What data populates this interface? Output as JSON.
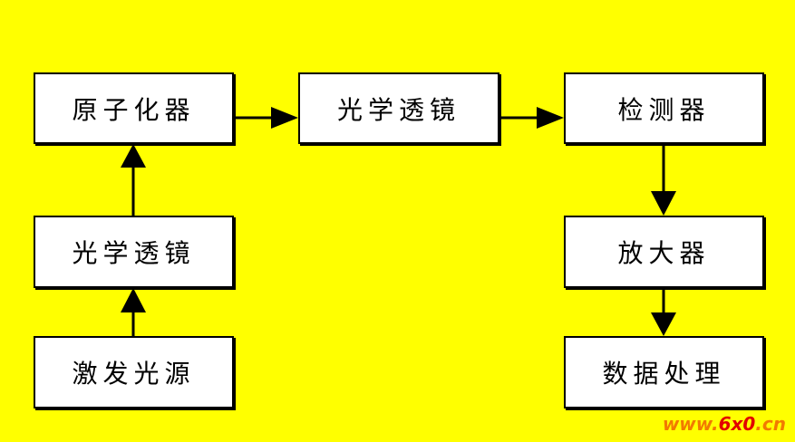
{
  "diagram": {
    "nodes": {
      "atomizer": "原子化器",
      "optical_lens_top": "光学透镜",
      "detector": "检测器",
      "optical_lens_left": "光学透镜",
      "amplifier": "放大器",
      "excitation_source": "激发光源",
      "data_processing": "数据处理"
    },
    "edges": [
      {
        "from": "excitation_source",
        "to": "optical_lens_left"
      },
      {
        "from": "optical_lens_left",
        "to": "atomizer"
      },
      {
        "from": "atomizer",
        "to": "optical_lens_top"
      },
      {
        "from": "optical_lens_top",
        "to": "detector"
      },
      {
        "from": "detector",
        "to": "amplifier"
      },
      {
        "from": "amplifier",
        "to": "data_processing"
      }
    ]
  },
  "watermark": {
    "prefix": "www.",
    "middle": "6x0",
    "suffix": ".cn"
  },
  "colors": {
    "background": "#FFFF00",
    "box_fill": "#FFFFFF",
    "line": "#000000",
    "watermark_orange": "#F27A00",
    "watermark_red": "#E20000"
  }
}
